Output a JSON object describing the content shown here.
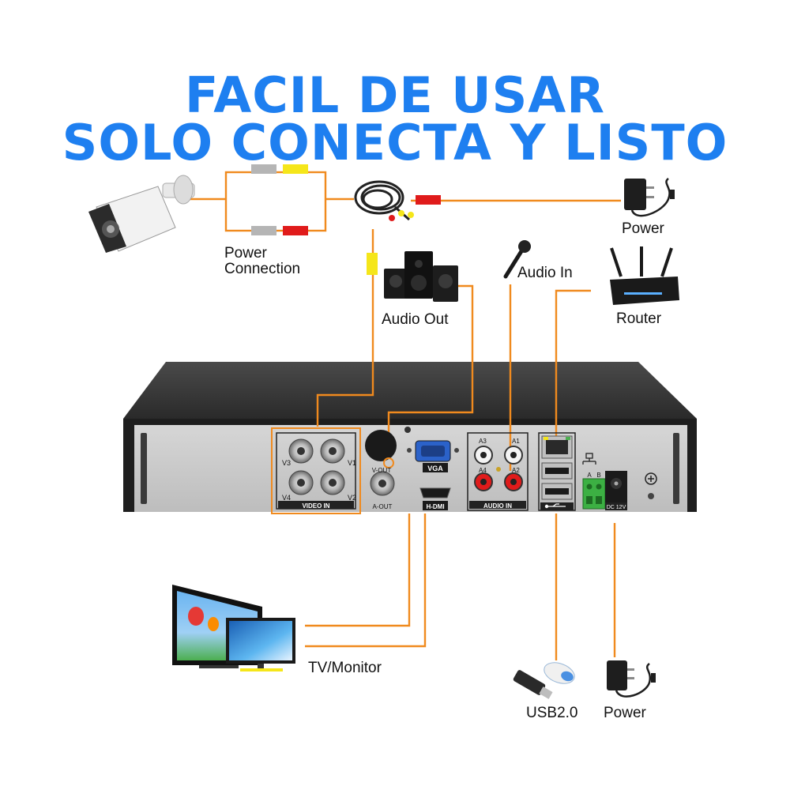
{
  "title": {
    "line1": "FACIL DE USAR",
    "line2": "SOLO CONECTA Y LISTO"
  },
  "labels": {
    "power_connection_1": "Power",
    "power_connection_2": "Connection",
    "power_top": "Power",
    "audio_out": "Audio Out",
    "audio_in": "Audio In",
    "router": "Router",
    "tv_monitor": "TV/Monitor",
    "usb": "USB2.0",
    "power_bottom": "Power"
  },
  "panel": {
    "v1": "V1",
    "v2": "V2",
    "v3": "V3",
    "v4": "V4",
    "video_in": "VIDEO IN",
    "v_out": "V-OUT",
    "a_out": "A-OUT",
    "vga": "VGA",
    "hdmi": "H-DMI",
    "a1": "A1",
    "a2": "A2",
    "a3": "A3",
    "a4": "A4",
    "audio_in": "AUDIO IN",
    "term_a": "A",
    "term_b": "B",
    "dc": "DC 12V"
  },
  "colors": {
    "title_blue": "#1e7ff0",
    "wire_orange": "#f08a1e",
    "yellow_plug": "#f5e61a",
    "red_plug": "#e01b1b",
    "panel_grey": "#c9c9c9",
    "chassis_dark": "#2d2d2d"
  },
  "icons": [
    "camera-icon",
    "cable-icon",
    "power-adapter-icon",
    "speaker-icon",
    "microphone-icon",
    "router-icon",
    "tv-icon",
    "monitor-icon",
    "usb-drive-icon",
    "mouse-icon",
    "usb-symbol-icon",
    "network-symbol-icon",
    "ground-icon"
  ]
}
